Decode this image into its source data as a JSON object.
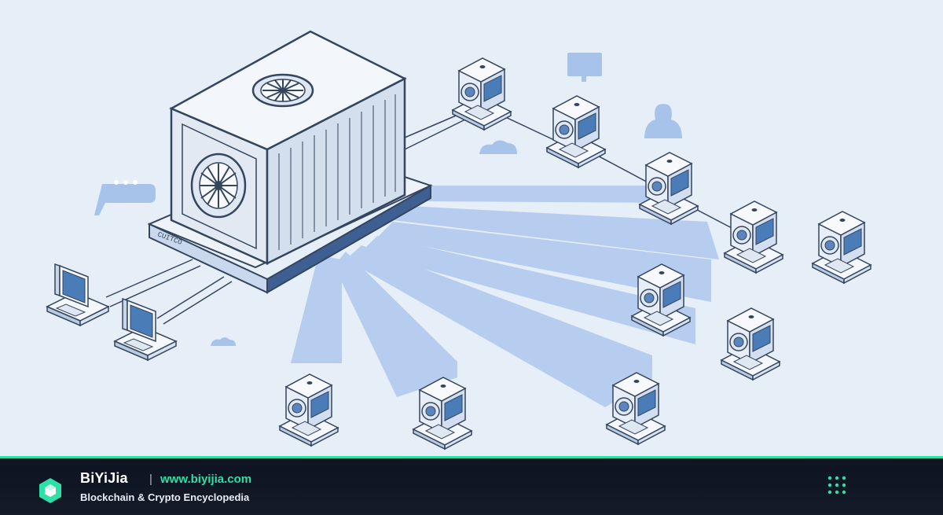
{
  "footer": {
    "brand_name": "BiYiJia",
    "separator": "|",
    "website": "www.biyijia.com",
    "tagline": "Blockchain & Crypto Encyclopedia"
  },
  "icons": {
    "logo": "hexagon-cube-logo-icon",
    "menu": "dot-grid-menu-icon"
  },
  "colors": {
    "background": "#e6eef8",
    "line": "#34455e",
    "accent_blue": "#8fb3e8",
    "footer_bg": "#111827",
    "footer_accent": "#2ee0a6"
  }
}
